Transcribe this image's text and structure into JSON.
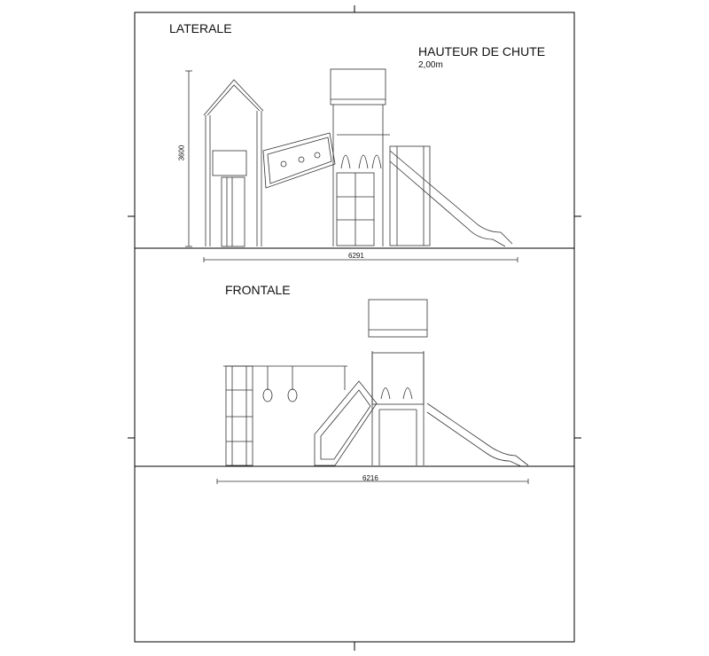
{
  "views": {
    "lateral": {
      "title": "LATERALE",
      "fall_height_label": "HAUTEUR DE CHUTE",
      "fall_height_value": "2,00m",
      "width_dimension": "6291",
      "height_dimension": "3600"
    },
    "frontal": {
      "title": "FRONTALE",
      "width_dimension": "6216"
    }
  },
  "colors": {
    "line": "#333333",
    "frame": "#000000",
    "background": "#ffffff"
  }
}
